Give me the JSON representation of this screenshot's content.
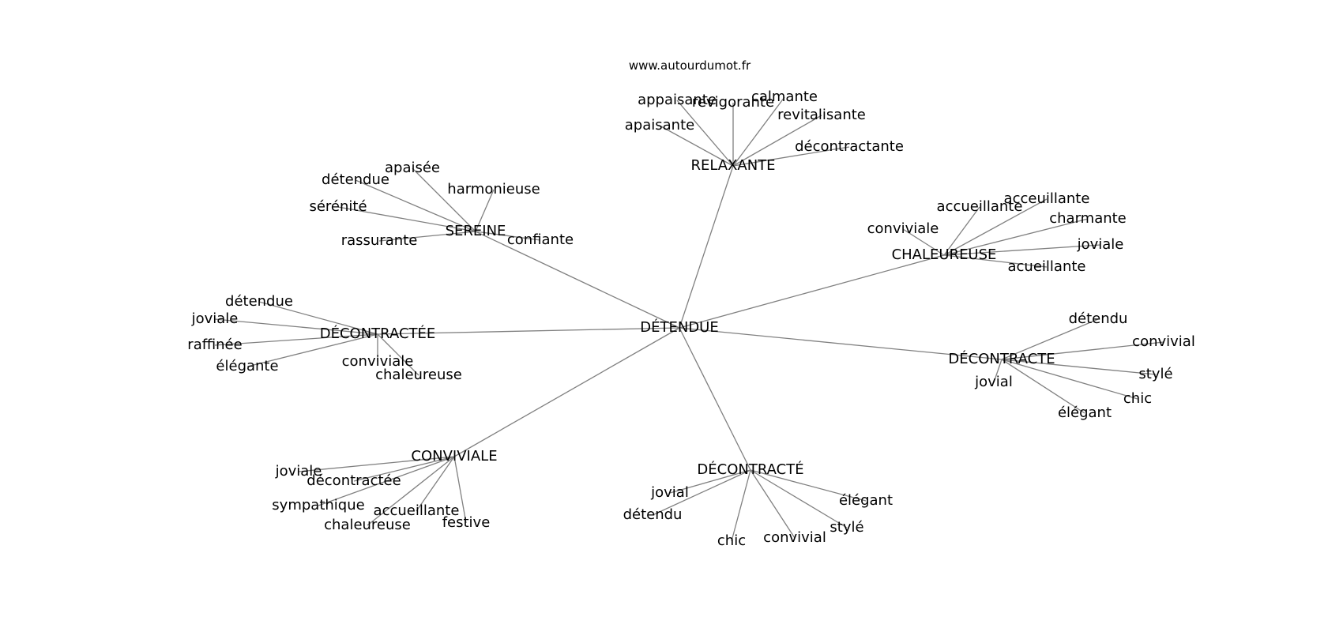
{
  "watermark": "www.autourdumot.fr",
  "colors": {
    "edge": "#808080",
    "text": "#000000",
    "background": "#ffffff"
  },
  "graph": {
    "center": {
      "id": "detendue",
      "label": "DÉTENDUE"
    },
    "clusters": [
      {
        "id": "relaxante",
        "label": "RELAXANTE",
        "leaves": [
          "appaisante",
          "revigorante",
          "calmante",
          "revitalisante",
          "apaisante",
          "décontractante"
        ]
      },
      {
        "id": "sereine",
        "label": "SEREINE",
        "leaves": [
          "apaisée",
          "détendue",
          "harmonieuse",
          "sérénité",
          "rassurante",
          "confiante"
        ]
      },
      {
        "id": "chaleureuse",
        "label": "CHALEUREUSE",
        "leaves": [
          "accueillante",
          "acceuillante",
          "charmante",
          "conviviale",
          "joviale",
          "acueillante"
        ]
      },
      {
        "id": "decontractee",
        "label": "DÉCONTRACTÉE",
        "leaves": [
          "détendue",
          "joviale",
          "raffinée",
          "élégante",
          "conviviale",
          "chaleureuse"
        ]
      },
      {
        "id": "decontracte",
        "label": "DÉCONTRACTE",
        "leaves": [
          "détendu",
          "convivial",
          "stylé",
          "jovial",
          "chic",
          "élégant"
        ]
      },
      {
        "id": "conviviale",
        "label": "CONVIVIALE",
        "leaves": [
          "joviale",
          "décontractée",
          "sympathique",
          "accueillante",
          "chaleureuse",
          "festive"
        ]
      },
      {
        "id": "decontracte2",
        "label": "DÉCONTRACTÉ",
        "leaves": [
          "jovial",
          "détendu",
          "élégant",
          "stylé",
          "chic",
          "convivial"
        ]
      }
    ]
  }
}
